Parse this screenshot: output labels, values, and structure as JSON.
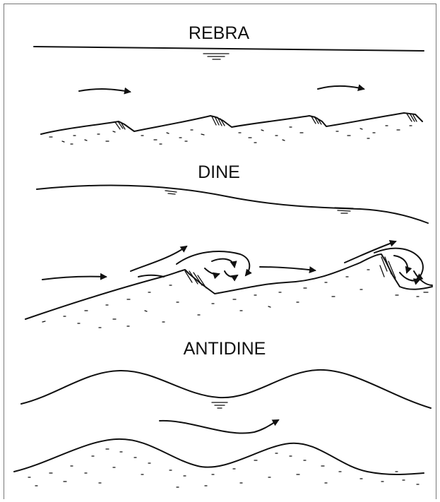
{
  "panels": [
    {
      "id": "rebra",
      "label": "REBRA"
    },
    {
      "id": "dine",
      "label": "DINE"
    },
    {
      "id": "antidine",
      "label": "ANTIDINE"
    }
  ]
}
